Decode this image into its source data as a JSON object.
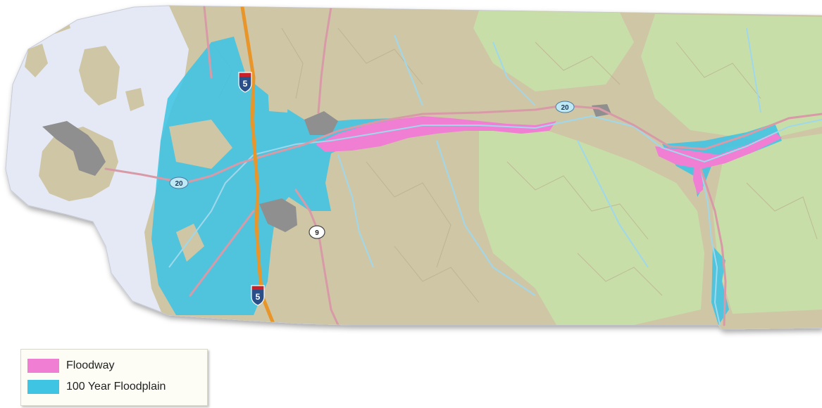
{
  "colors": {
    "water": "#e4e9f5",
    "terrain": "#cfc6a6",
    "forest": "#c6e0a8",
    "floodplain": "#3fc4e4",
    "floodway": "#f07fd4",
    "urban": "#8f8f8f",
    "road": "#d99aa8",
    "interstate": "#e8962a",
    "river": "#9fd8ec"
  },
  "shields": {
    "interstate_top": "5",
    "interstate_bottom": "5",
    "hwy20_west": "20",
    "hwy20_east": "20",
    "hwy9": "9"
  },
  "legend": {
    "items": [
      {
        "label": "Floodway",
        "color": "#f07fd4"
      },
      {
        "label": "100 Year Floodplain",
        "color": "#3fc4e4"
      }
    ]
  }
}
